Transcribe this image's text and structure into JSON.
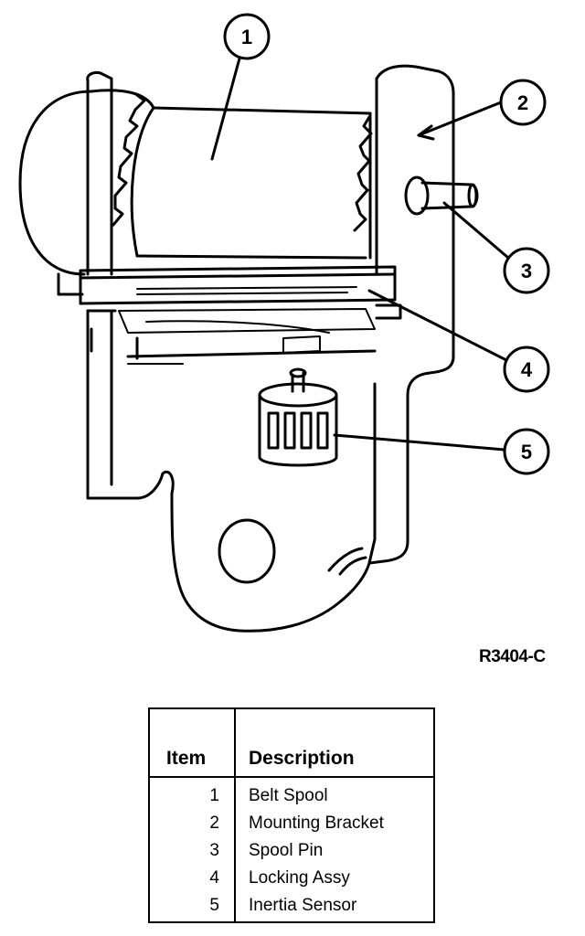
{
  "figure_id": "R3404-C",
  "callouts": [
    "1",
    "2",
    "3",
    "4",
    "5"
  ],
  "legend": {
    "header_item": "Item",
    "header_description": "Description",
    "rows": [
      {
        "item": "1",
        "description": "Belt Spool"
      },
      {
        "item": "2",
        "description": "Mounting Bracket"
      },
      {
        "item": "3",
        "description": "Spool Pin"
      },
      {
        "item": "4",
        "description": "Locking Assy"
      },
      {
        "item": "5",
        "description": "Inertia Sensor"
      }
    ]
  }
}
